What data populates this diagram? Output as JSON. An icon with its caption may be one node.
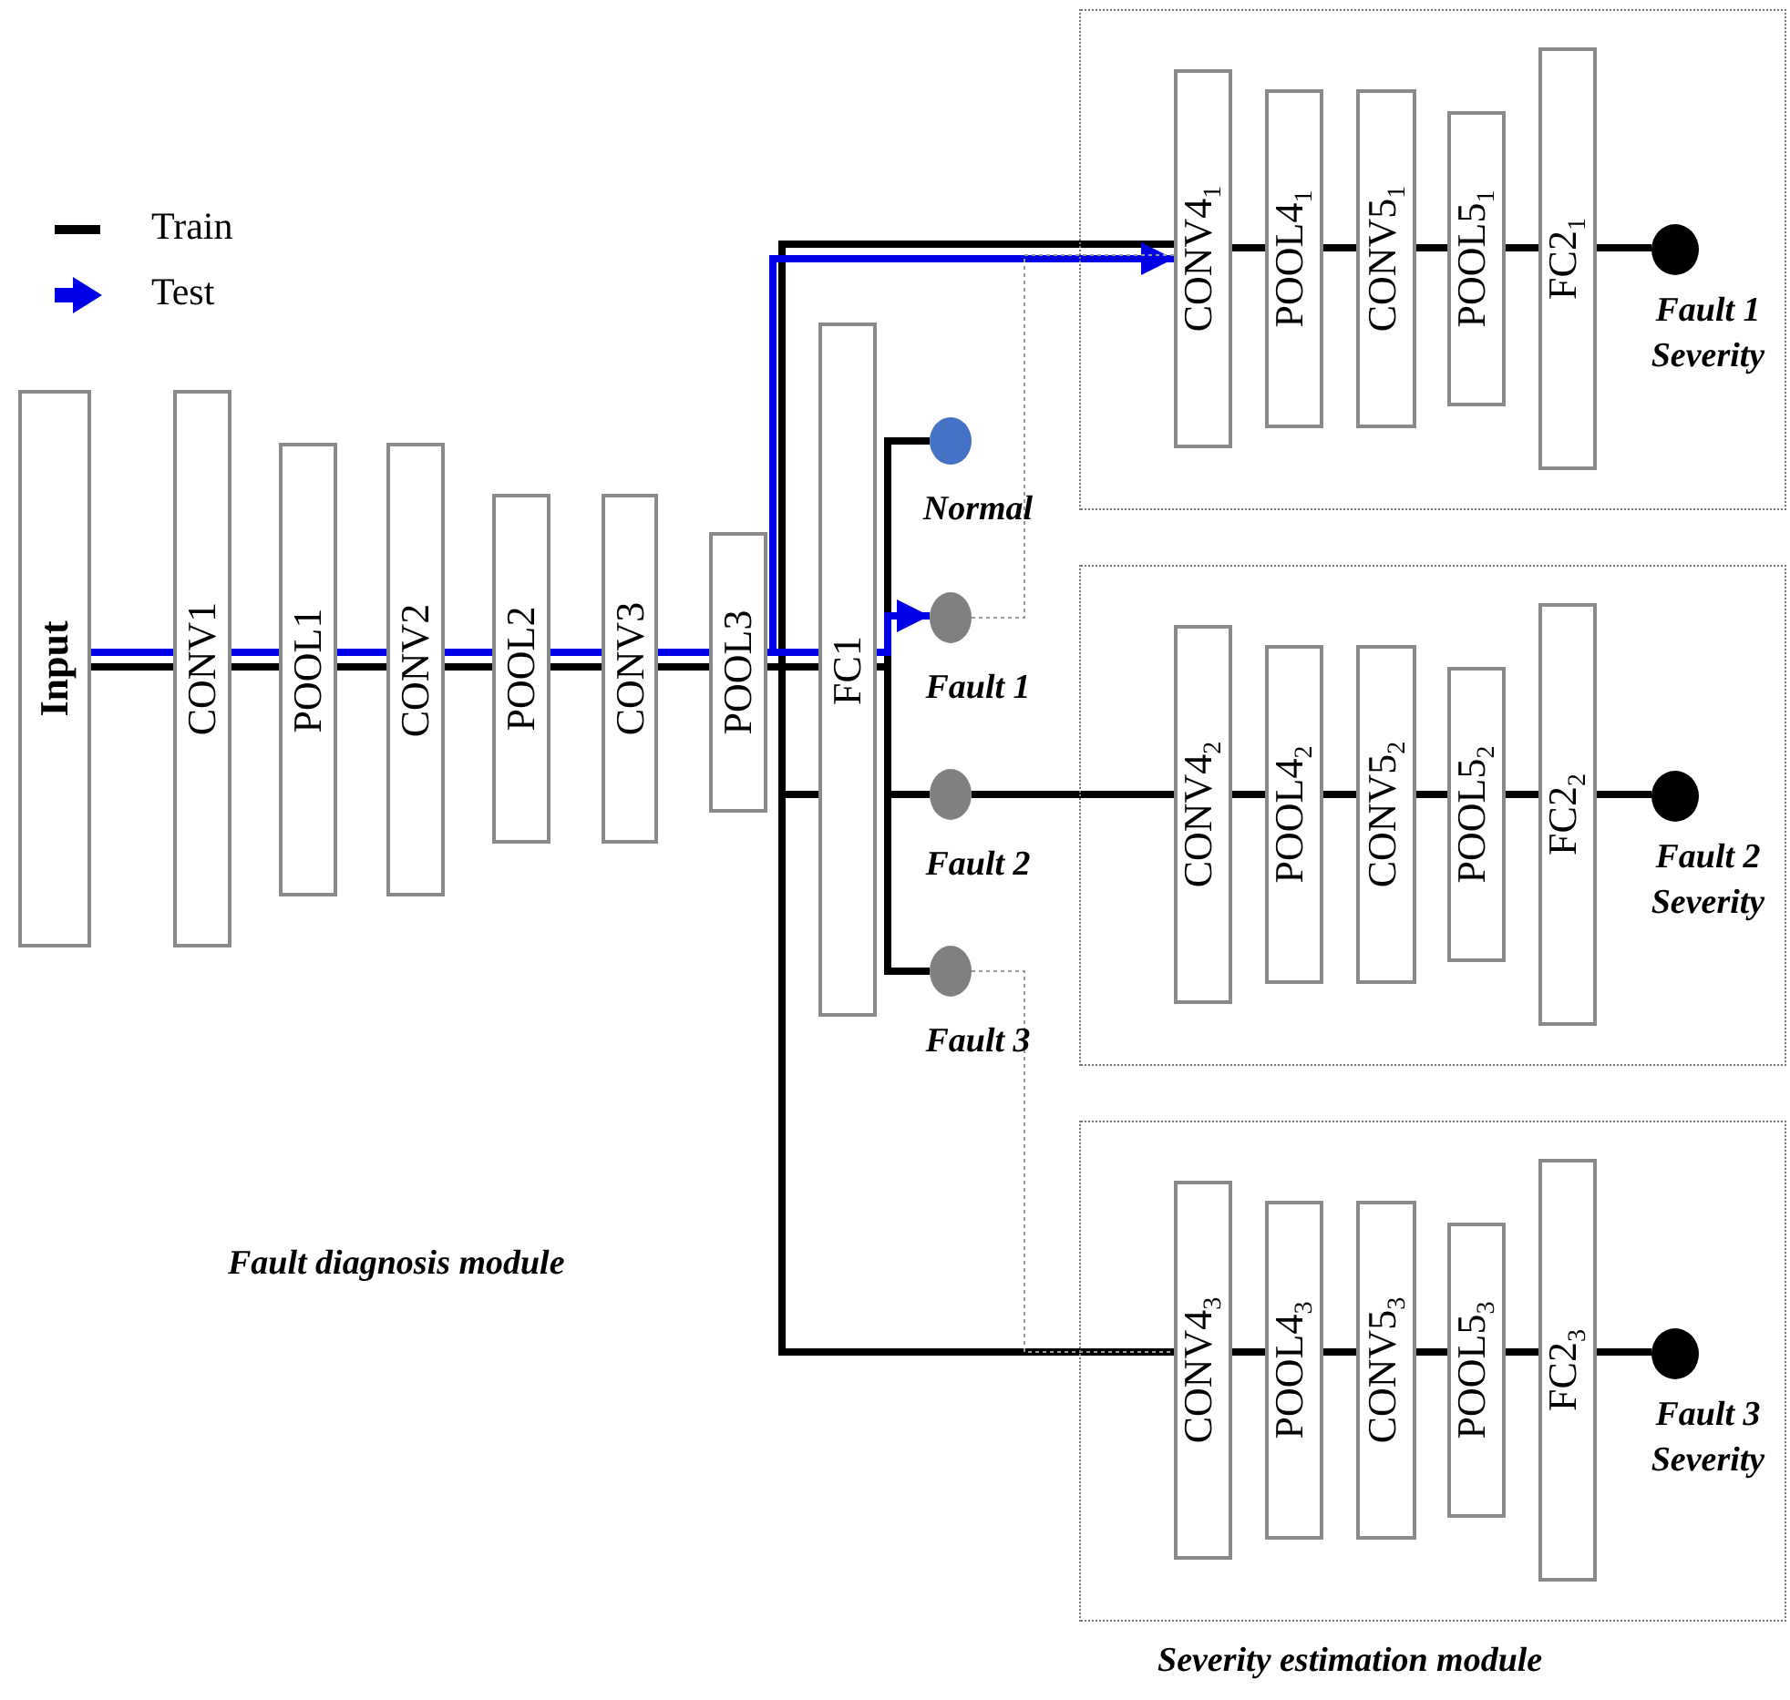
{
  "diagram": {
    "nodes": [
      {
        "text": [
          "Input"
        ]
      },
      {
        "text": [
          "CONV1"
        ]
      },
      {
        "text": [
          "POOL1"
        ]
      },
      {
        "text": [
          "CONV2"
        ]
      },
      {
        "text": [
          "POOL2"
        ]
      },
      {
        "text": [
          "CONV3"
        ]
      },
      {
        "text": [
          "POOL3"
        ]
      },
      {
        "text": [
          "FC1"
        ]
      },
      {
        "text": [],
        "shape": "circle",
        "beside": [
          "Normal"
        ]
      },
      {
        "text": [],
        "shape": "circle",
        "beside": [
          "Fault 1"
        ]
      },
      {
        "text": [],
        "shape": "circle",
        "beside": [
          "Fault 2"
        ]
      },
      {
        "text": [],
        "shape": "circle",
        "beside": [
          "Fault 3"
        ]
      },
      {
        "text": [],
        "shape": "box"
      },
      {
        "text": [
          "CONV4$_{1}$"
        ],
        "in": 12
      },
      {
        "text": [
          "POOL4$_{1}$"
        ],
        "in": 12
      },
      {
        "text": [
          "CONV5$_{1}$"
        ],
        "in": 12
      },
      {
        "text": [
          "POOL5$_{1}$"
        ],
        "in": 12
      },
      {
        "text": [
          "FC2$_{1}$"
        ],
        "in": 12
      },
      {
        "text": [],
        "shape": "circle",
        "in": 12,
        "beside": [
          "Fault 1 Severity"
        ]
      },
      {
        "text": [],
        "shape": "box"
      },
      {
        "text": [
          "CONV4$_{2}$"
        ],
        "in": 19
      },
      {
        "text": [
          "POOL4$_{2}$"
        ],
        "in": 19
      },
      {
        "text": [
          "CONV5$_{2}$"
        ],
        "in": 19
      },
      {
        "text": [
          "POOL5$_{2}$"
        ],
        "in": 19
      },
      {
        "text": [
          "FC2$_{2}$"
        ],
        "in": 19
      },
      {
        "text": [],
        "shape": "circle",
        "in": 19,
        "beside": [
          "Fault 2 Severity"
        ]
      },
      {
        "text": [],
        "shape": "box"
      },
      {
        "text": [
          "CONV4$_{3}$"
        ],
        "in": 26
      },
      {
        "text": [
          "POOL4$_{3}$"
        ],
        "in": 26
      },
      {
        "text": [
          "CONV5$_{3}$"
        ],
        "in": 26
      },
      {
        "text": [
          "POOL5$_{3}$"
        ],
        "in": 26
      },
      {
        "text": [
          "FC2$_{3}$"
        ],
        "in": 26
      },
      {
        "text": [],
        "shape": "circle",
        "in": 26,
        "beside": [
          "Fault 3 Severity"
        ]
      }
    ],
    "edges": [
      {
        "from": 0,
        "to": 1,
        "arrow": "none"
      },
      {
        "from": 1,
        "to": 2,
        "arrow": "none"
      },
      {
        "from": 2,
        "to": 3,
        "arrow": "none"
      },
      {
        "from": 3,
        "to": 4,
        "arrow": "none"
      },
      {
        "from": 4,
        "to": 5,
        "arrow": "none"
      },
      {
        "from": 5,
        "to": 6,
        "arrow": "none"
      },
      {
        "from": 6,
        "to": 7,
        "arrow": "none"
      },
      {
        "from": 0,
        "to": 1,
        "arrow": "none",
        "color": "#0000e6"
      },
      {
        "from": 1,
        "to": 2,
        "arrow": "none",
        "color": "#0000e6"
      },
      {
        "from": 2,
        "to": 3,
        "arrow": "none",
        "color": "#0000e6"
      },
      {
        "from": 3,
        "to": 4,
        "arrow": "none",
        "color": "#0000e6"
      },
      {
        "from": 4,
        "to": 5,
        "arrow": "none",
        "color": "#0000e6"
      },
      {
        "from": 5,
        "to": 6,
        "arrow": "none",
        "color": "#0000e6"
      },
      {
        "from": 6,
        "to": 7,
        "arrow": "none",
        "color": "#0000e6"
      },
      {
        "from": 7,
        "to": 9,
        "arrow": "to",
        "color": "#0000e6"
      },
      {
        "from": 6,
        "to": 13,
        "arrow": "to",
        "color": "#0000e6"
      },
      {
        "from": 6,
        "to": 13,
        "arrow": "none"
      },
      {
        "from": 6,
        "to": 7,
        "arrow": "none"
      },
      {
        "from": 6,
        "to": 27,
        "arrow": "none"
      },
      {
        "from": 7,
        "to": 8,
        "arrow": "none"
      },
      {
        "from": 7,
        "to": 10,
        "arrow": "none"
      },
      {
        "from": 7,
        "to": 11,
        "arrow": "none"
      },
      {
        "from": 10,
        "to": 20,
        "arrow": "none"
      },
      {
        "from": 9,
        "to": 13,
        "arrow": "none",
        "style": "dashed",
        "color": "#999999"
      },
      {
        "from": 11,
        "to": 27,
        "arrow": "none",
        "style": "dashed",
        "color": "#999999"
      },
      {
        "from": 13,
        "to": 14,
        "arrow": "none"
      },
      {
        "from": 14,
        "to": 15,
        "arrow": "none"
      },
      {
        "from": 15,
        "to": 16,
        "arrow": "none"
      },
      {
        "from": 16,
        "to": 17,
        "arrow": "none"
      },
      {
        "from": 17,
        "to": 18,
        "arrow": "none"
      },
      {
        "from": 20,
        "to": 21,
        "arrow": "none"
      },
      {
        "from": 21,
        "to": 22,
        "arrow": "none"
      },
      {
        "from": 22,
        "to": 23,
        "arrow": "none"
      },
      {
        "from": 23,
        "to": 24,
        "arrow": "none"
      },
      {
        "from": 24,
        "to": 25,
        "arrow": "none"
      },
      {
        "from": 27,
        "to": 28,
        "arrow": "none"
      },
      {
        "from": 28,
        "to": 29,
        "arrow": "none"
      },
      {
        "from": 29,
        "to": 30,
        "arrow": "none"
      },
      {
        "from": 30,
        "to": 31,
        "arrow": "none"
      },
      {
        "from": 31,
        "to": 32,
        "arrow": "none"
      }
    ],
    "labels": [
      "Fault diagnosis module",
      "Severity estimation module"
    ],
    "legend": [
      {
        "text": "Train"
      },
      {
        "text": "Test"
      }
    ]
  }
}
